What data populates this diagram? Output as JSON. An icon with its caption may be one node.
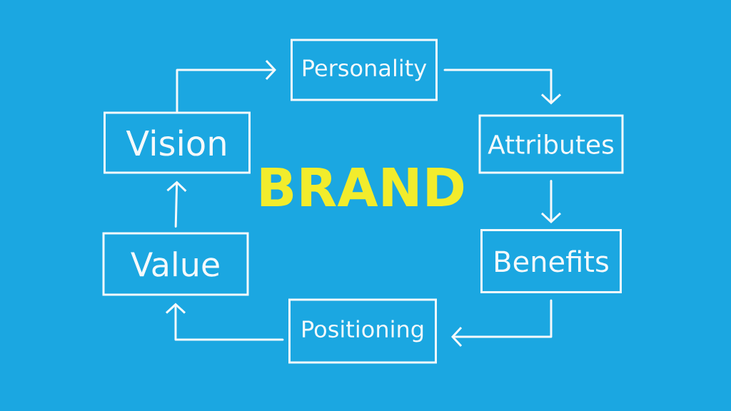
{
  "diagram": {
    "title": "BRAND",
    "nodes": [
      {
        "text": [
          "Personality"
        ]
      },
      {
        "text": [
          "Attributes"
        ]
      },
      {
        "text": [
          "Benefits"
        ]
      },
      {
        "text": [
          "Positioning"
        ]
      },
      {
        "text": [
          "Value"
        ]
      },
      {
        "text": [
          "Vision"
        ]
      }
    ],
    "edges": [
      {
        "from": 5,
        "to": 0,
        "arrow": "to"
      },
      {
        "from": 0,
        "to": 1,
        "arrow": "to"
      },
      {
        "from": 1,
        "to": 2,
        "arrow": "to"
      },
      {
        "from": 2,
        "to": 3,
        "arrow": "to"
      },
      {
        "from": 3,
        "to": 4,
        "arrow": "to"
      },
      {
        "from": 4,
        "to": 5,
        "arrow": "to"
      }
    ]
  }
}
